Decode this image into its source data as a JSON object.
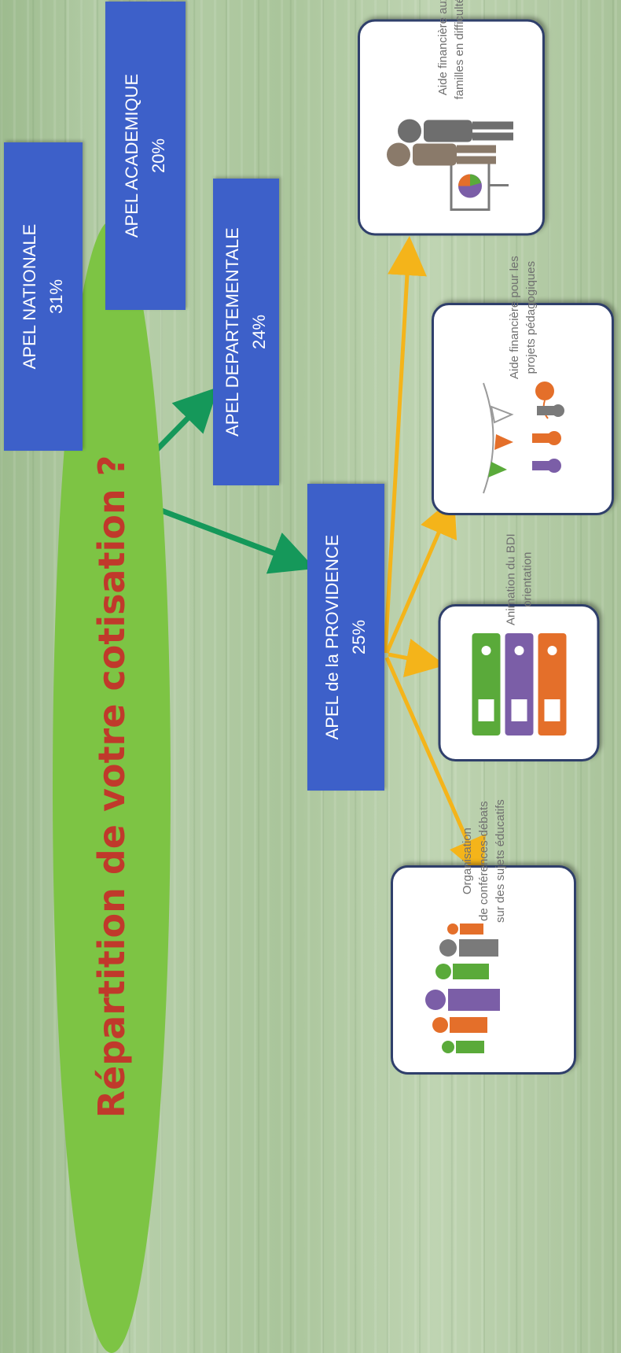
{
  "title": "Répartition de votre cotisation ?",
  "boxes": {
    "nationale": {
      "name": "APEL NATIONALE",
      "percent": "31%"
    },
    "academique": {
      "name": "APEL ACADEMIQUE",
      "percent": "20%"
    },
    "departementale": {
      "name": "APEL DEPARTEMENTALE",
      "percent": "24%"
    },
    "providence": {
      "name": "APEL de la PROVIDENCE",
      "percent": "25%"
    }
  },
  "cards": {
    "aide_familles": {
      "line1": "Aide financière aux",
      "line2": "familles en difficultés",
      "icon": "family-presentation-icon"
    },
    "aide_projets": {
      "line1": "Aide financière pour les",
      "line2": "projets pédagogiques",
      "icon": "celebration-people-icon"
    },
    "bdi": {
      "line1": "Animation du BDI",
      "line2": "orientation",
      "icon": "binders-icon"
    },
    "conferences": {
      "line1": "Organisation",
      "line2": "de conférences-débats",
      "line3": "sur des sujets éducatifs",
      "icon": "audience-people-icon"
    }
  },
  "colors": {
    "title_ellipse": "#7dc444",
    "title_text": "#c0392b",
    "box_blue": "#3d60c9",
    "arrow_green": "#15985a",
    "arrow_gold": "#f4b41a"
  }
}
